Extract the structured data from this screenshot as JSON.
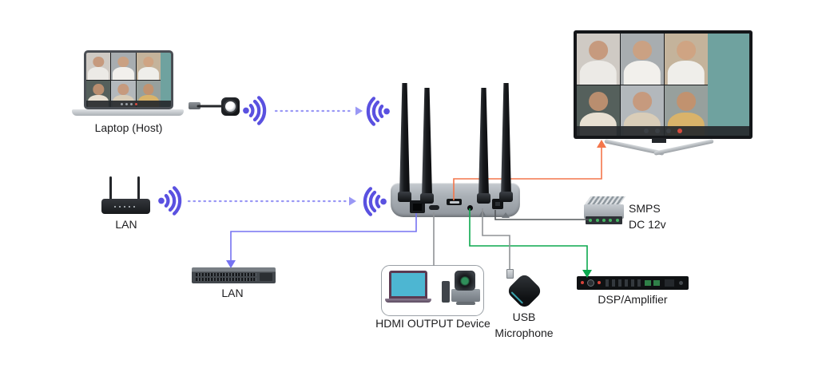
{
  "labels": {
    "laptop_host": "Laptop (Host)",
    "lan_router": "LAN",
    "lan_switch": "LAN",
    "hdmi_output_device": "HDMI OUTPUT Device",
    "usb_microphone_line1": "USB",
    "usb_microphone_line2": "Microphone",
    "dsp_amplifier": "DSP/Amplifier",
    "smps_line1": "SMPS",
    "smps_line2": "DC 12v"
  },
  "colors": {
    "wifi_icon": "#5a51e0",
    "wireless_dotted_link": "#9a98f5",
    "lan_cable": "#7673f2",
    "hdmi_cable": "#f4764b",
    "audio_cable": "#0ca94e",
    "usb_cable": "#8f9296",
    "power_cable": "#55585c",
    "cable_dark": "#26282b",
    "video_accent_teal": "#6fa29f",
    "label_text": "#1d1d1f"
  }
}
